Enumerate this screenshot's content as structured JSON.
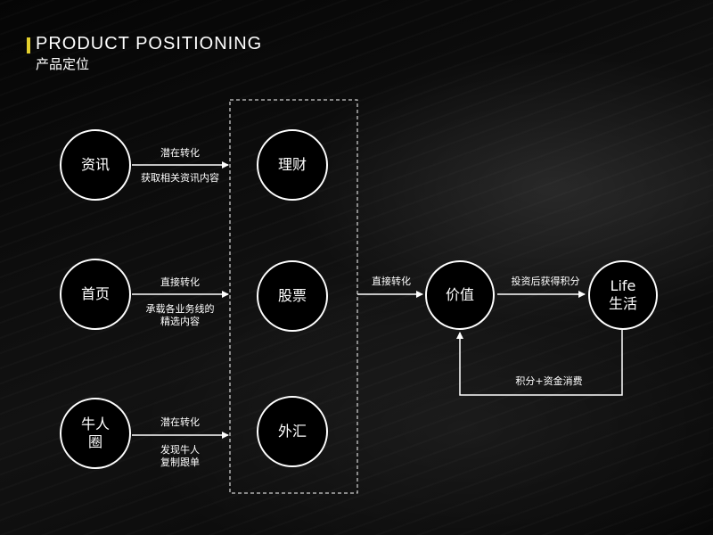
{
  "header": {
    "title_en": "PRODUCT POSITIONING",
    "title_zh": "产品定位",
    "accent_color": "#e3cf2d"
  },
  "sources": [
    {
      "name": "资讯",
      "top_label": "潜在转化",
      "bottom_label": "获取相关资讯内容"
    },
    {
      "name": "首页",
      "top_label": "直接转化",
      "bottom_label": "承载各业务线的\n精选内容"
    },
    {
      "name": "牛人\n圈",
      "top_label": "潜在转化",
      "bottom_label": "发现牛人\n复制跟单"
    }
  ],
  "products": [
    "理财",
    "股票",
    "外汇"
  ],
  "group_to_value_label": "直接转化",
  "value_node": "价值",
  "value_to_life_label": "投资后获得积分",
  "life_node": "Life\n生活",
  "loop_label": "积分+资金消费"
}
